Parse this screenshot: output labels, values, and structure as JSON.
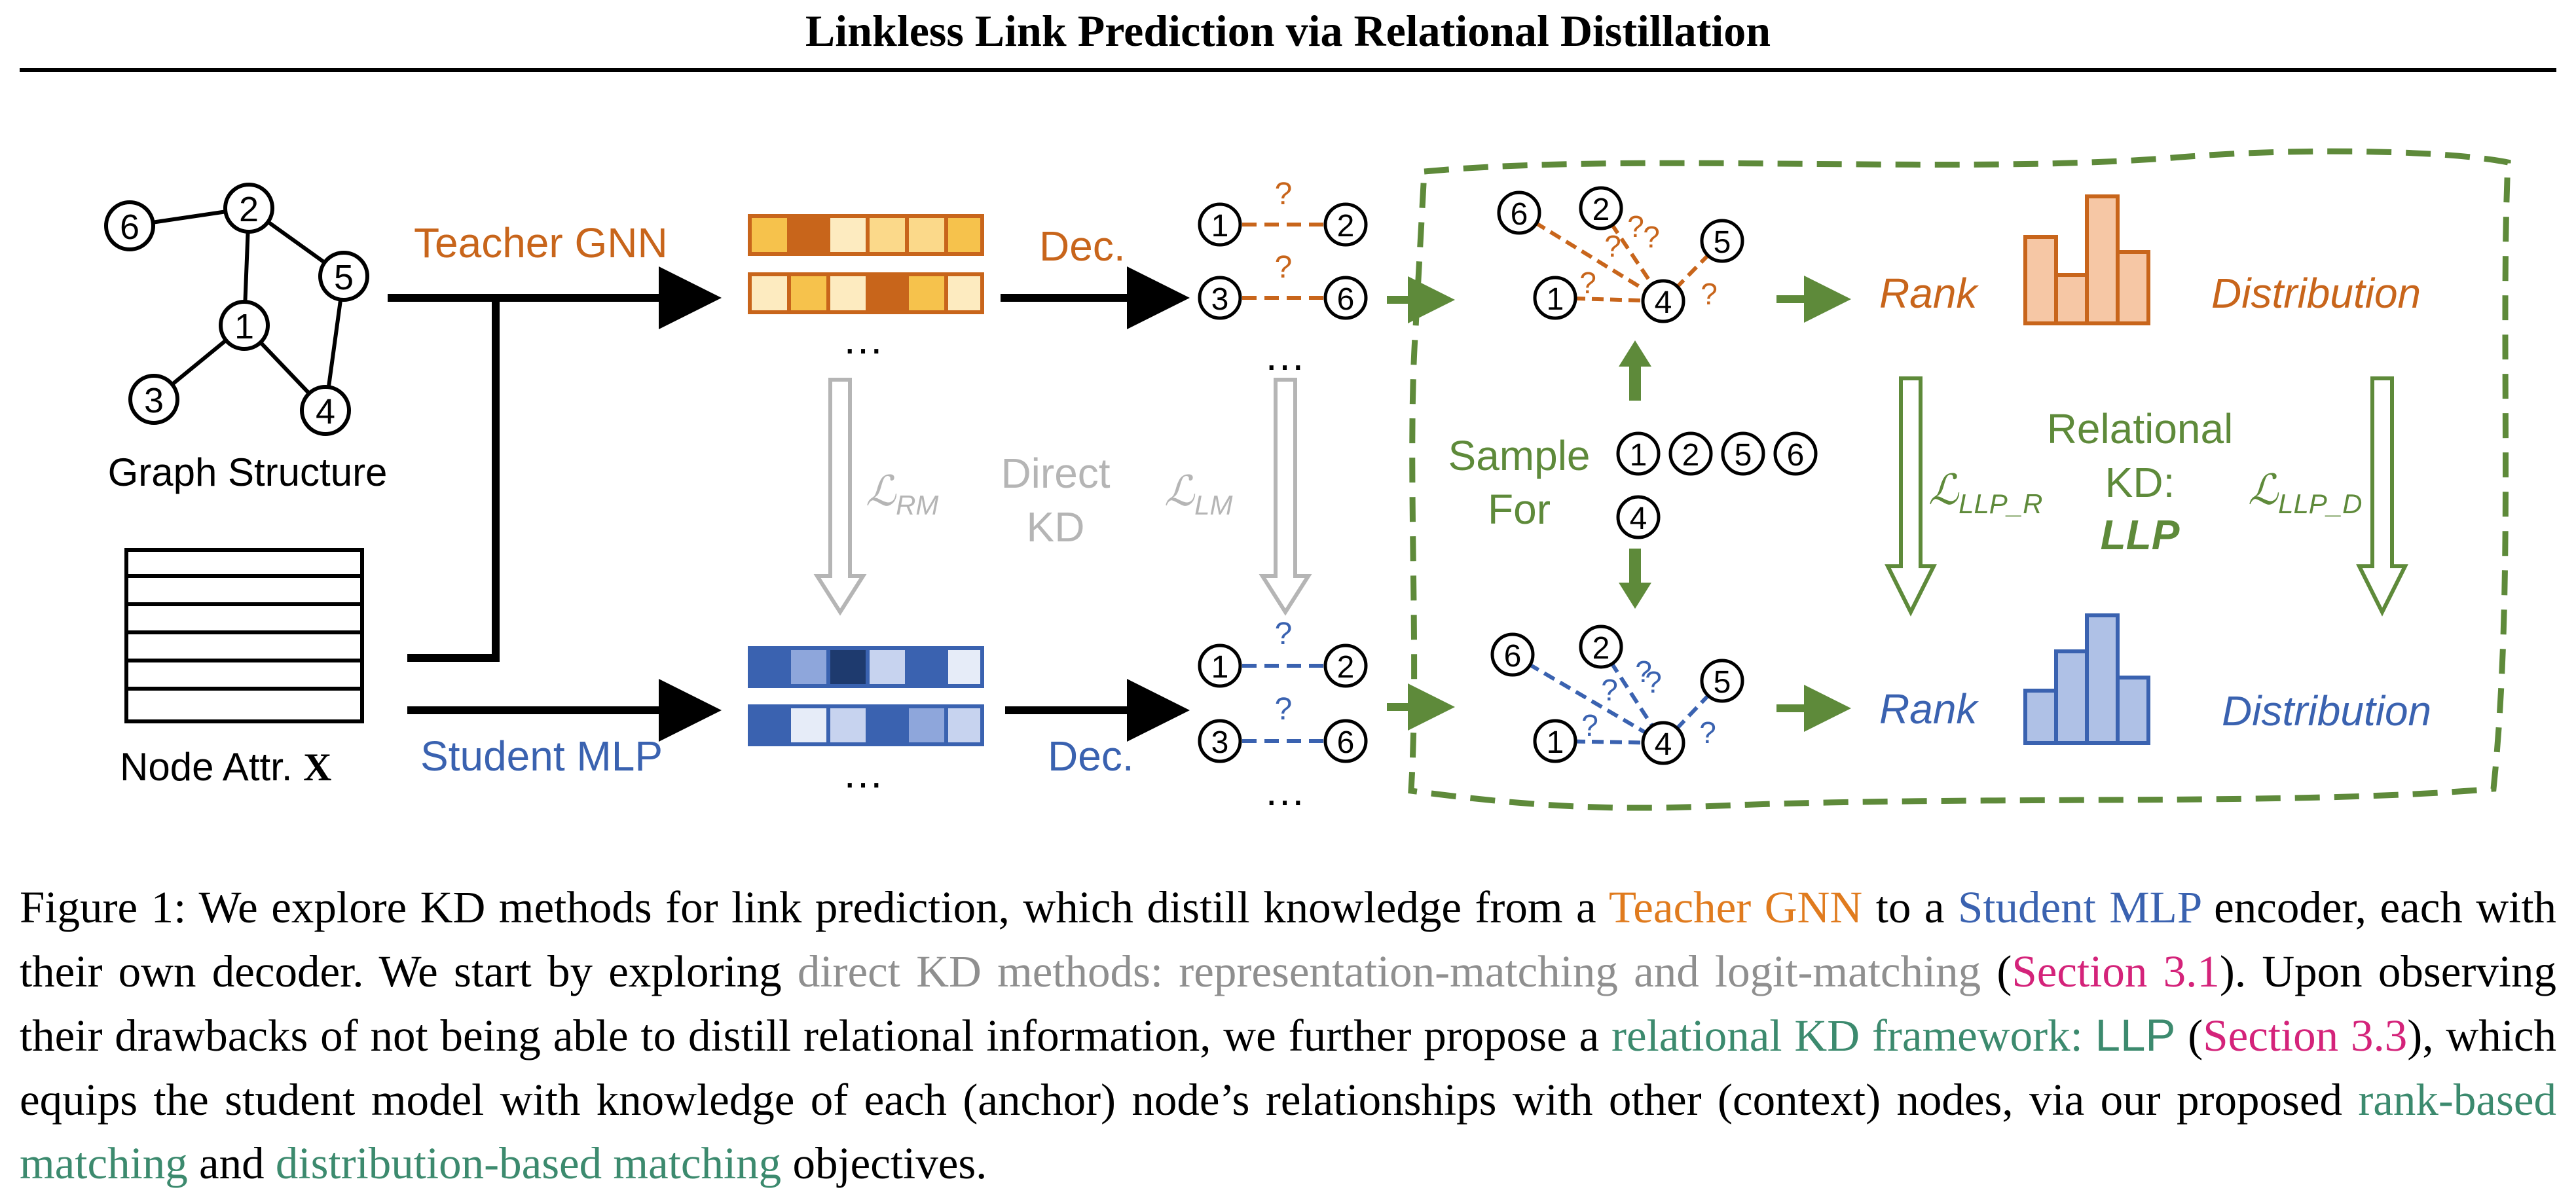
{
  "header": {
    "title": "Linkless Link Prediction via Relational Distillation"
  },
  "colors": {
    "teacher": "#C8651B",
    "student": "#3A62B0",
    "green": "#5E8A3A",
    "gray": "#B5B5B5"
  },
  "figure": {
    "graph_label": "Graph Structure",
    "node_attr_label": "Node Attr.",
    "node_attr_symbol": "X",
    "teacher_label": "Teacher GNN",
    "student_label": "Student MLP",
    "dec_label": "Dec.",
    "ellipsis": "…",
    "q": "?",
    "loss_rm": "ℒ",
    "loss_rm_sub": "RM",
    "loss_lm": "ℒ",
    "loss_lm_sub": "LM",
    "direct_kd_1": "Direct",
    "direct_kd_2": "KD",
    "sample_1": "Sample",
    "sample_2": "For",
    "rank": "Rank",
    "distribution": "Distribution",
    "relational_1": "Relational",
    "relational_2": "KD:",
    "relational_3": "LLP",
    "loss_r": "ℒ",
    "loss_r_sub": "LLP_R",
    "loss_d": "ℒ",
    "loss_d_sub": "LLP_D",
    "nodes": {
      "n1": "1",
      "n2": "2",
      "n3": "3",
      "n4": "4",
      "n5": "5",
      "n6": "6"
    }
  },
  "caption": {
    "p1": "Figure 1: We explore KD methods for link prediction, which distill knowledge from a ",
    "teacher": "Teacher GNN",
    "p2": " to a ",
    "student": "Student MLP",
    "p3": " encoder, each with their own decoder. We start by exploring ",
    "direct": "direct KD methods: representation-matching and logit-matching",
    "p4": " (",
    "sec31": "Section 3.1",
    "p5": "). Upon observing their drawbacks of not being able to distill relational information, we further propose a ",
    "relational_a": "relational KD framework: ",
    "relational_b": "LLP",
    "p6": " (",
    "sec33": "Section 3.3",
    "p7": "), which equips the student model with knowledge of each (anchor) node’s relationships with other (context) nodes, via our proposed ",
    "rank_match": "rank-based matching",
    "p8": " and ",
    "dist_match": "distribution-based matching",
    "p9": " objectives."
  }
}
